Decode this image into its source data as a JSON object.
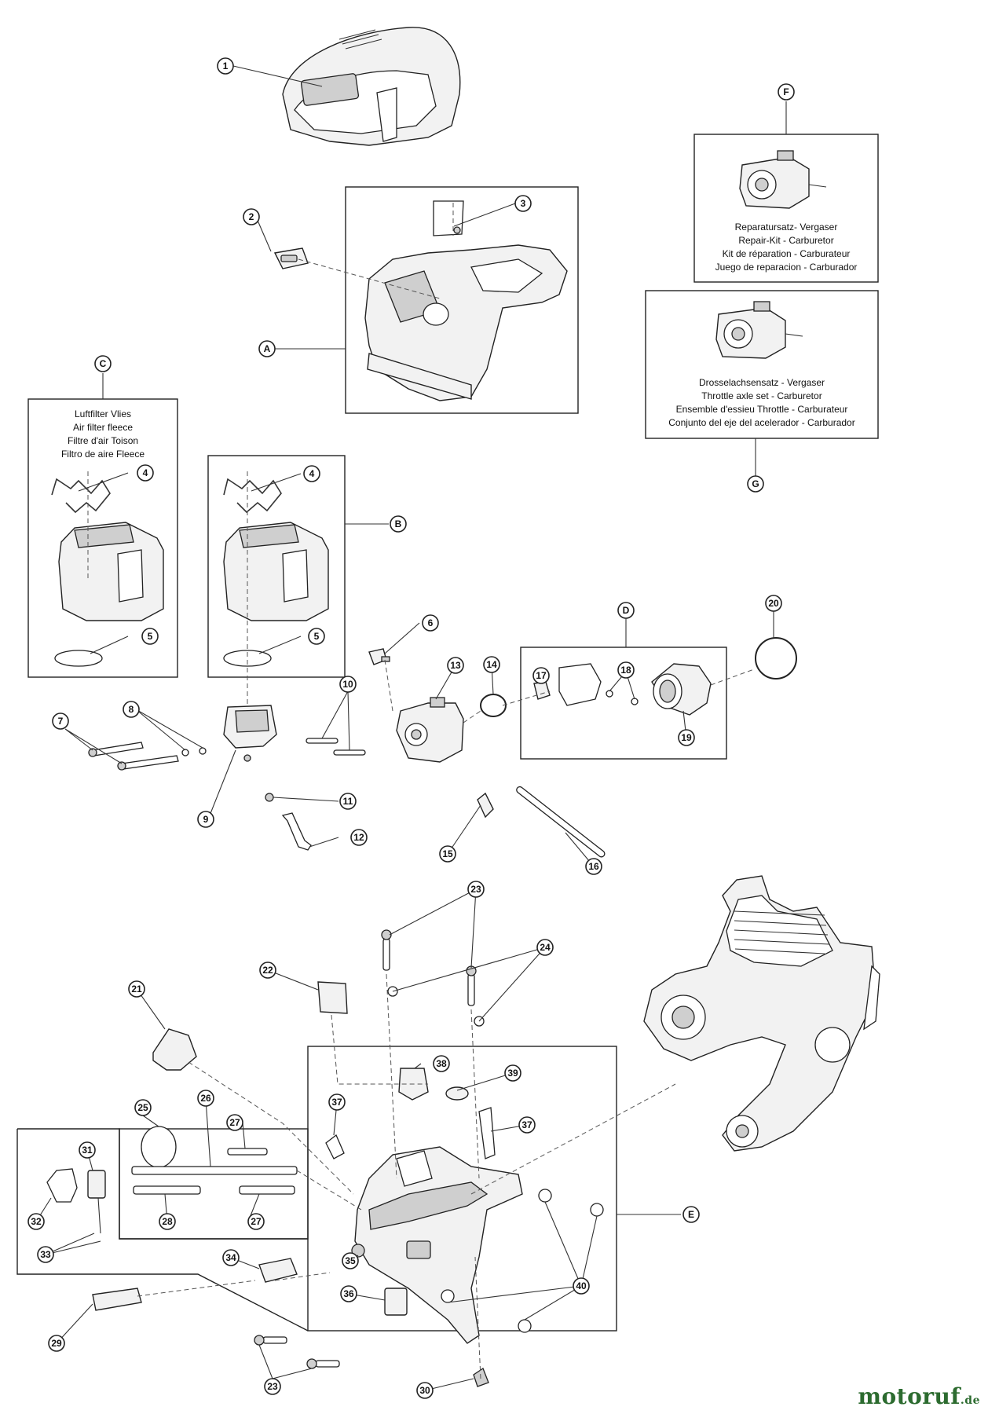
{
  "captions": {
    "F": [
      "Reparatursatz- Vergaser",
      "Repair-Kit - Carburetor",
      "Kit de réparation - Carburateur",
      "Juego de reparacion - Carburador"
    ],
    "G": [
      "Drosselachsensatz - Vergaser",
      "Throttle axle set - Carburetor",
      "Ensemble d'essieu Throttle - Carburateur",
      "Conjunto del eje del acelerador - Carburador"
    ],
    "C": [
      "Luftfilter Vlies",
      "Air filter fleece",
      "Filtre d'air Toison",
      "Filtro de aire Fleece"
    ]
  },
  "callouts": [
    "1",
    "2",
    "3",
    "A",
    "F",
    "G",
    "C",
    "4",
    "4",
    "B",
    "5",
    "5",
    "6",
    "7",
    "8",
    "9",
    "10",
    "11",
    "12",
    "13",
    "14",
    "15",
    "16",
    "D",
    "17",
    "18",
    "19",
    "20",
    "21",
    "22",
    "23",
    "23",
    "24",
    "25",
    "26",
    "27",
    "27",
    "28",
    "29",
    "30",
    "31",
    "32",
    "33",
    "34",
    "35",
    "36",
    "37",
    "37",
    "38",
    "39",
    "40",
    "E"
  ],
  "brand": {
    "name": "motoruf",
    "tld": ".de"
  }
}
